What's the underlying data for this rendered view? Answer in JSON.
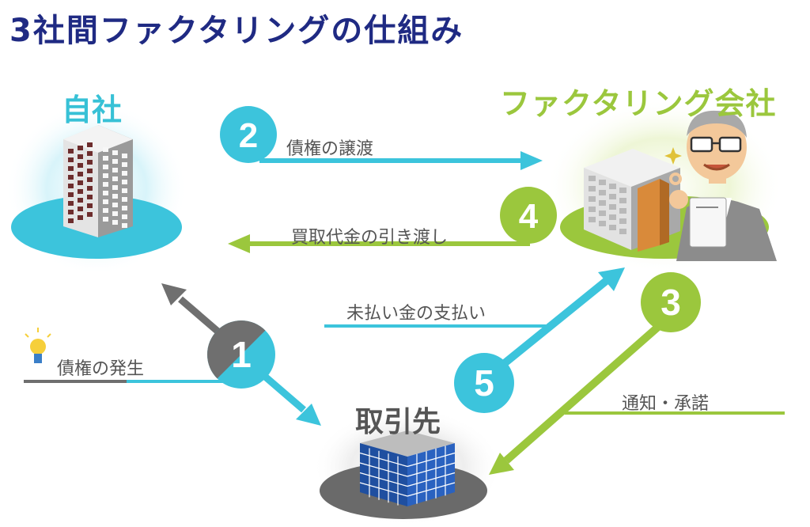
{
  "title": "3社間ファクタリングの仕組み",
  "parties": {
    "self": "自社",
    "factoring_company": "ファクタリング会社",
    "client": "取引先"
  },
  "steps": [
    {
      "number": "1",
      "label": "債権の発生",
      "color": "#7a7a7a"
    },
    {
      "number": "2",
      "label": "債権の譲渡",
      "color": "#3cc4dc"
    },
    {
      "number": "3",
      "label": "通知・承諾",
      "color": "#9bc73d"
    },
    {
      "number": "4",
      "label": "買取代金の引き渡し",
      "color": "#9bc73d"
    },
    {
      "number": "5",
      "label": "未払い金の支払い",
      "color": "#3cc4dc"
    }
  ],
  "colors": {
    "title": "#1f2a83",
    "teal": "#3cc4dc",
    "green": "#9bc73d",
    "gray": "#7a7a7a",
    "text": "#555555"
  },
  "icons": [
    "office-building-icon",
    "factoring-building-icon",
    "businessman-icon",
    "client-building-icon",
    "lightbulb-icon"
  ]
}
